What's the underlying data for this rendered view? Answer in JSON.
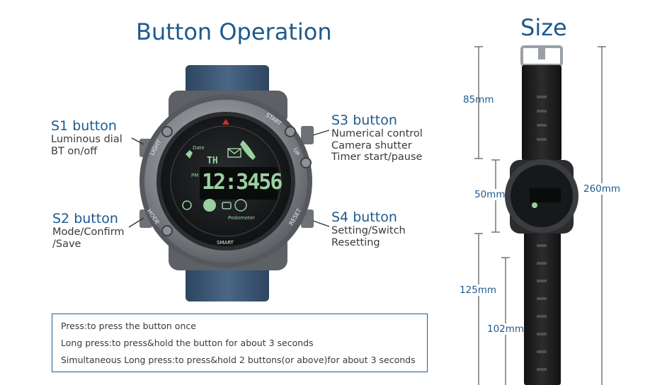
{
  "headings": {
    "operation": "Button Operation",
    "size": "Size"
  },
  "buttons": {
    "s1": {
      "title": "S1 button",
      "lines": [
        "Luminous dial",
        "BT on/off"
      ]
    },
    "s2": {
      "title": "S2 button",
      "lines": [
        "Mode/Confirm",
        "/Save"
      ]
    },
    "s3": {
      "title": "S3 button",
      "lines": [
        "Numerical control",
        "Camera shutter",
        "Timer start/pause"
      ]
    },
    "s4": {
      "title": "S4 button",
      "lines": [
        "Setting/Switch",
        "Resetting"
      ]
    }
  },
  "bezel_labels": {
    "light": "LIGHT",
    "start": "START",
    "up": "UP",
    "mode": "MODE",
    "reset": "RESET",
    "smart": "SMART"
  },
  "display": {
    "time": "12:3456",
    "th": "TH",
    "date": "Date",
    "pm": "PM",
    "pedometer": "Pedometer"
  },
  "dimensions": {
    "a": "85mm",
    "b": "50mm",
    "c": "125mm",
    "d": "102mm",
    "total": "260mm"
  },
  "legend": [
    "Press:to press the button once",
    "Long press:to press&hold the button for about 3 seconds",
    "Simultaneous Long press:to press&hold 2 buttons(or above)for about 3 seconds"
  ],
  "colors": {
    "accent": "#1d5a8e",
    "strap_blue": "#3a5778",
    "strap_black": "#1c1c1c",
    "bezel": "#7a7d82",
    "lcd": "#9ad0a0"
  }
}
